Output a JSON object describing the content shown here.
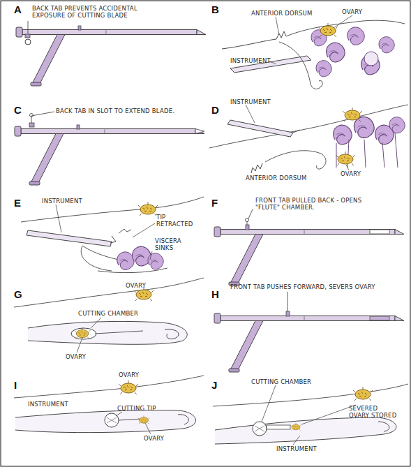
{
  "diagram": {
    "labels": [
      "A",
      "BACK TAB PREVENTS ACCIDENTAL EXPOSURE OF CUTTING BLADE",
      "B",
      "ANTERIOR DORSUM",
      "OVARY",
      "INSTRUMENT",
      "C",
      "BACK TAB IN SLOT TO EXTEND BLADE.",
      "D",
      "INSTRUMENT",
      "ANTERIOR DORSUM",
      "OVARY",
      "E",
      "INSTRUMENT",
      "TIP RETRACTED",
      "VISCERA SINKS",
      "F",
      "FRONT TAB PULLED BACK - OPENS \"FLUTE\" CHAMBER.",
      "G",
      "OVARY",
      "CUTTING CHAMBER",
      "OVARY",
      "H",
      "FRONT TAB PUSHES FORWARD, SEVERS OVARY",
      "I",
      "INSTRUMENT",
      "OVARY",
      "CUTTING TIP",
      "OVARY",
      "J",
      "CUTTING CHAMBER",
      "SEVERED OVARY STORED",
      "INSTRUMENT"
    ]
  }
}
